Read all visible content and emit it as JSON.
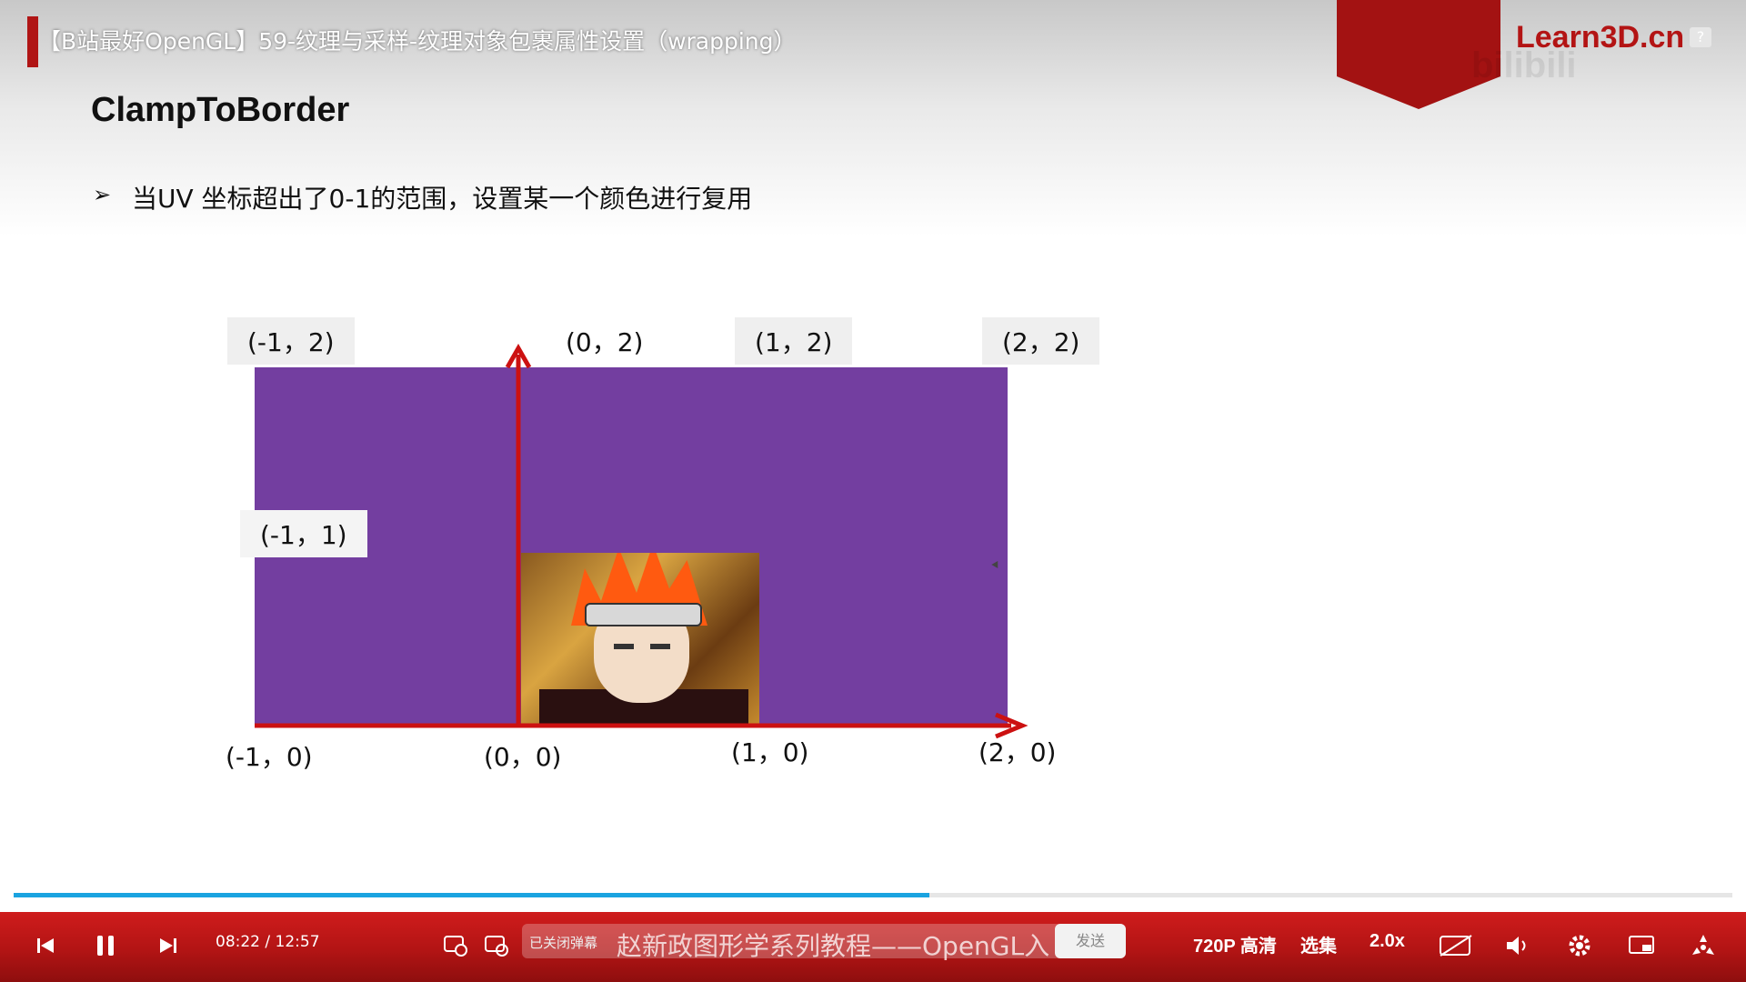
{
  "video": {
    "title": "【B站最好OpenGL】59-纹理与采样-纹理对象包裹属性设置（wrapping）",
    "logo": "Learn3D.cn",
    "watermark": "bilibili"
  },
  "slide": {
    "heading": "ClampToBorder",
    "bullet_icon": "➢",
    "bullet_text": "当UV 坐标超出了0-1的范围，设置某一个颜色进行复用"
  },
  "figure": {
    "border_color": "#733ea0",
    "axis_color": "#cc1111",
    "labels": {
      "neg1_2": "(-1，2)",
      "zero_2": "(0，2)",
      "one_2": "(1，2)",
      "two_2": "(2，2)",
      "neg1_1": "(-1，1)",
      "neg1_0": "(-1，0)",
      "zero_0": "(0，0)",
      "one_0": "(1，0)",
      "two_0": "(2，0)"
    }
  },
  "player": {
    "progress_fraction": 0.533,
    "current_time": "08:22",
    "separator": "/",
    "total_time": "12:57",
    "danmaku_status": "已关闭弹幕",
    "danmaku_input_text": "赵新政图形学系列教程——OpenGL入",
    "send_label": "发送",
    "quality_label": "720P 高清",
    "episodes_label": "选集",
    "speed_label": "2.0x",
    "icons": {
      "prev": "skip-previous-icon",
      "pause": "pause-icon",
      "next": "skip-next-icon",
      "danmaku1": "danmaku-toggle-icon",
      "danmaku2": "danmaku-settings-icon",
      "subtitle": "subtitle-off-icon",
      "volume": "volume-icon",
      "settings": "gear-icon",
      "pip": "picture-in-picture-icon",
      "fullscreen": "fullscreen-icon"
    }
  }
}
